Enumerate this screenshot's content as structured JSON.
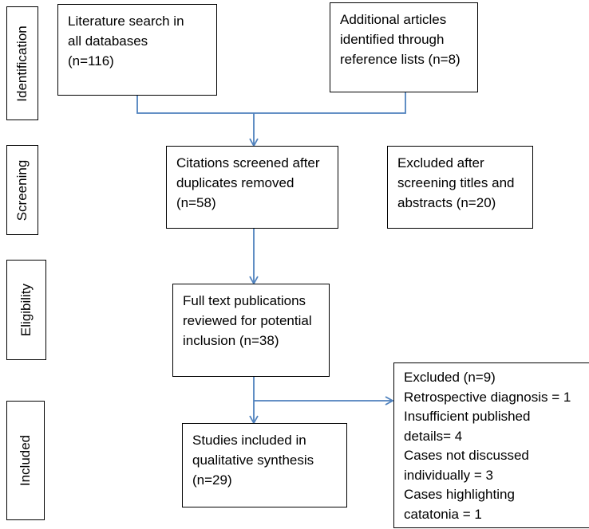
{
  "stages": {
    "identification": "Identification",
    "screening": "Screening",
    "eligibility": "Eligibility",
    "included": "Included"
  },
  "boxes": {
    "literature_search": [
      "Literature search in",
      "all databases",
      "(n=116)"
    ],
    "additional_articles": [
      "Additional articles",
      "identified through",
      "reference lists (n=8)"
    ],
    "citations_screened": [
      "Citations screened after",
      "duplicates removed",
      "(n=58)"
    ],
    "excluded_screening": [
      "Excluded after",
      "screening titles and",
      "abstracts (n=20)"
    ],
    "full_text": [
      "Full text publications",
      "reviewed for potential",
      "inclusion (n=38)"
    ],
    "excluded_full_text": [
      "Excluded (n=9)",
      "Retrospective diagnosis = 1",
      "Insufficient published",
      "details= 4",
      "Cases not discussed",
      "individually = 3",
      "Cases highlighting",
      "catatonia = 1"
    ],
    "studies_included": [
      "Studies included in",
      "qualitative synthesis",
      "(n=29)"
    ]
  },
  "colors": {
    "arrow": "#4f81bd",
    "border": "#000000"
  }
}
